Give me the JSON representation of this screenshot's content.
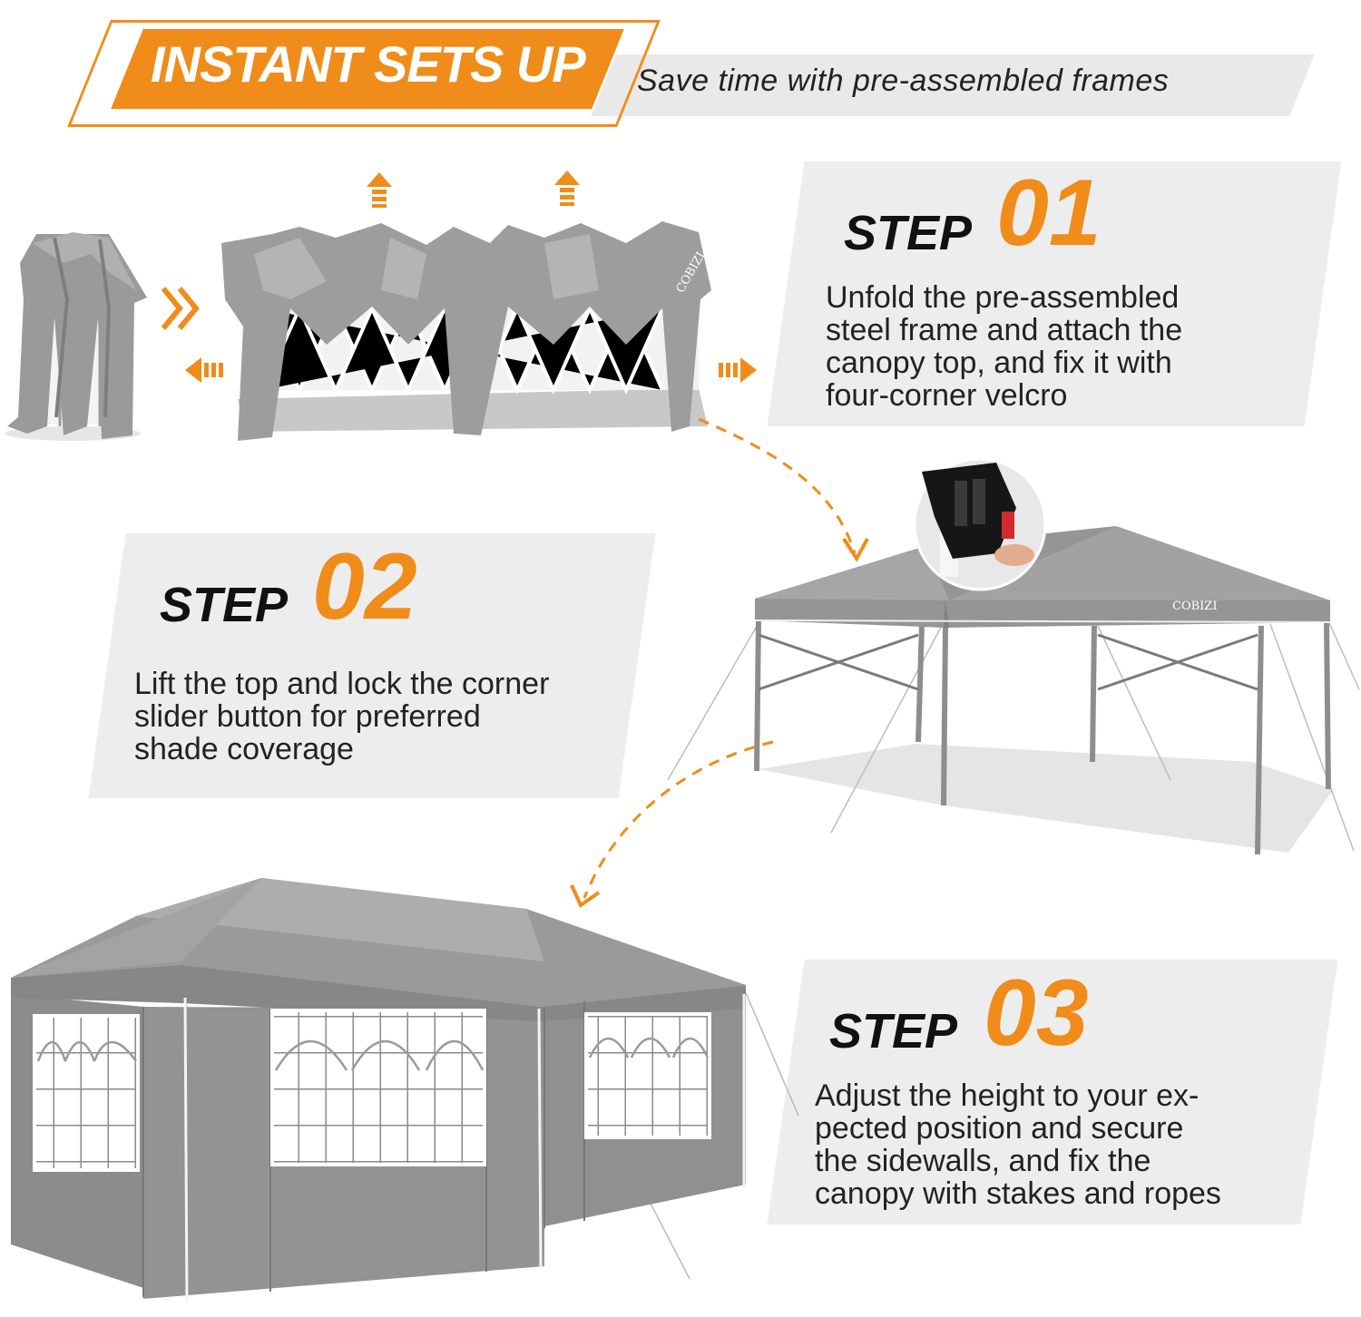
{
  "header": {
    "title": "INSTANT SETS UP",
    "subtitle": "Save time with pre-assembled frames"
  },
  "brand": "COBIZI",
  "steps": [
    {
      "word": "STEP",
      "number": "01",
      "text": "Unfold the pre-assembled\nsteel frame and attach the\ncanopy top, and fix it with\nfour-corner velcro"
    },
    {
      "word": "STEP",
      "number": "02",
      "text": "Lift the top and lock the corner\nslider button for preferred\nshade coverage"
    },
    {
      "word": "STEP",
      "number": "03",
      "text": "Adjust the height to your ex-\npected position and secure\nthe sidewalls, and fix the\ncanopy with stakes and ropes"
    }
  ],
  "colors": {
    "accent": "#f08c1a",
    "panel": "#ededed",
    "canopy": "#8f8f8f"
  }
}
